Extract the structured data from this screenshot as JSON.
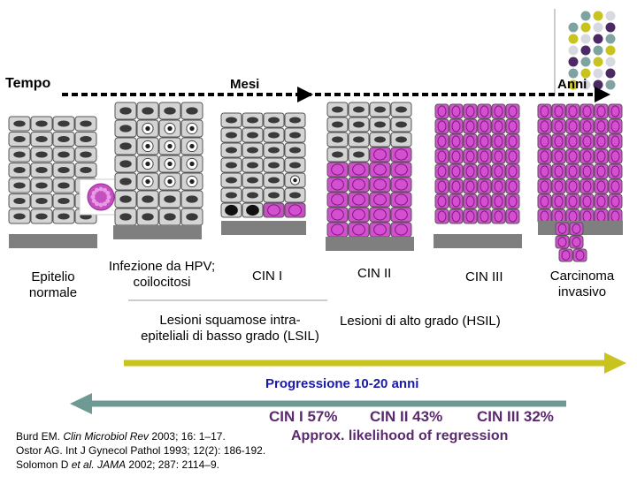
{
  "timeline": {
    "start_label": "Tempo",
    "mid_label": "Mesi",
    "end_label": "Anni"
  },
  "stages": [
    {
      "id": "normal",
      "label_lines": [
        "Epitelio",
        "normale"
      ]
    },
    {
      "id": "hpv",
      "label_lines": [
        "Infezione da HPV;",
        "coilocitosi"
      ]
    },
    {
      "id": "cin1",
      "label_lines": [
        "CIN I"
      ]
    },
    {
      "id": "cin2",
      "label_lines": [
        "CIN II"
      ]
    },
    {
      "id": "cin3",
      "label_lines": [
        "CIN III"
      ]
    },
    {
      "id": "carcinoma",
      "label_lines": [
        "Carcinoma",
        "invasivo"
      ]
    }
  ],
  "groups": {
    "lsil_lines": [
      "Lesioni squamose intra-",
      "epiteliali di basso grado (LSIL)"
    ],
    "hsil": "Lesioni di alto grado (HSIL)"
  },
  "progression": {
    "label": "Progressione 10-20 anni"
  },
  "regression": {
    "title": "Approx. likelihood of regression",
    "values": [
      {
        "label": "CIN I 57%"
      },
      {
        "label": "CIN II 43%"
      },
      {
        "label": "CIN III 32%"
      }
    ]
  },
  "references": [
    {
      "authors": "Burd EM.",
      "journal": "Clin Microbiol Rev",
      "rest": "2003; 16: 1–17."
    },
    {
      "authors": "Ostor AG. Int J Gynecol Pathol 1993; 12(2): 186-192.",
      "journal": "",
      "rest": ""
    },
    {
      "authors": "Solomon D",
      "journal": "et al. JAMA",
      "rest": "2002; 287: 2114–9."
    }
  ],
  "colors": {
    "progression_arrow": "#c8c31e",
    "regression_arrow": "#6f9a94",
    "hsil_cell": "#d44fd1",
    "cin1_cell": "#c94fc4",
    "normal_cell": "#d4d4d4",
    "nucleus": "#3a3a3a",
    "basement": "#7f7f7f",
    "regression_text": "#5b2a6e",
    "progression_text": "#1a1aa8"
  }
}
